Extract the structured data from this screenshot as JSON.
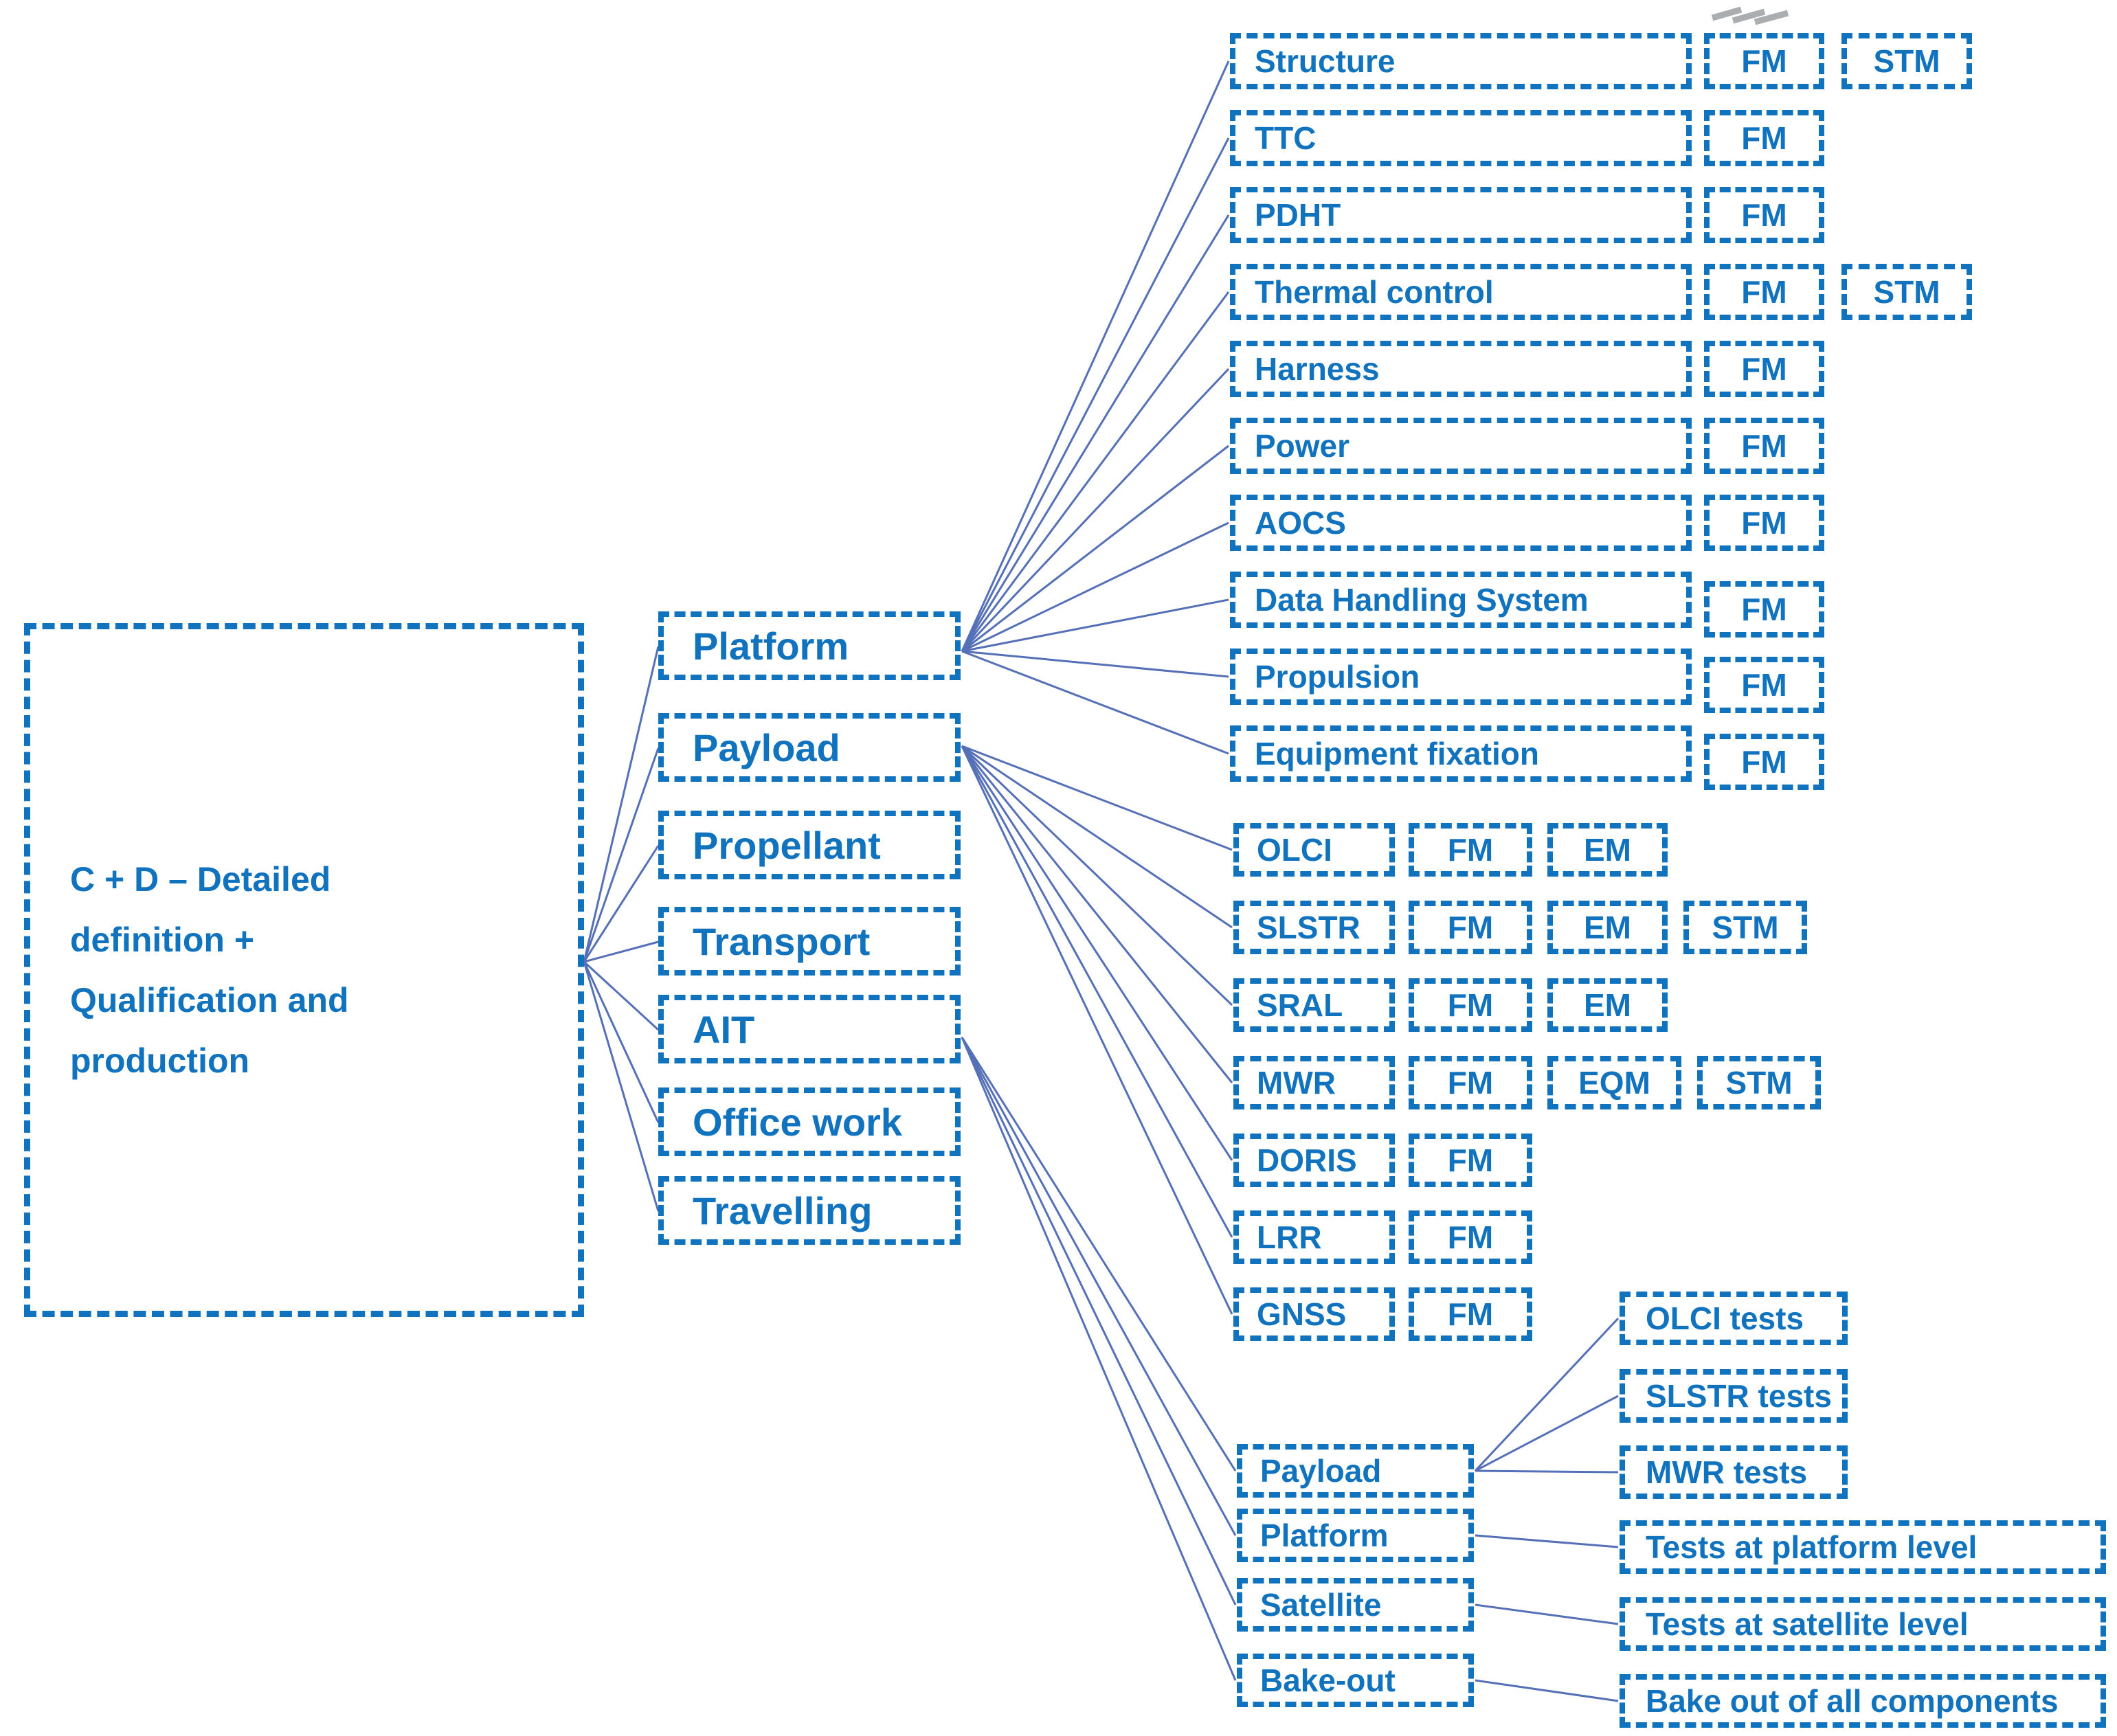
{
  "colors": {
    "node_blue": "#1172be",
    "connector_blue": "#5570b6",
    "artifact_grey": "#8f9398",
    "background": "#ffffff"
  },
  "root": {
    "label": "C + D – Detailed\ndefinition +\nQualification and\nproduction"
  },
  "phases": [
    {
      "label": "Platform"
    },
    {
      "label": "Payload"
    },
    {
      "label": "Propellant"
    },
    {
      "label": "Transport"
    },
    {
      "label": "AIT"
    },
    {
      "label": "Office work"
    },
    {
      "label": "Travelling"
    }
  ],
  "platform_items": [
    {
      "label": "Structure",
      "models": [
        "FM",
        "STM"
      ]
    },
    {
      "label": "TTC",
      "models": [
        "FM"
      ]
    },
    {
      "label": "PDHT",
      "models": [
        "FM"
      ]
    },
    {
      "label": "Thermal control",
      "models": [
        "FM",
        "STM"
      ]
    },
    {
      "label": "Harness",
      "models": [
        "FM"
      ]
    },
    {
      "label": "Power",
      "models": [
        "FM"
      ]
    },
    {
      "label": "AOCS",
      "models": [
        "FM"
      ]
    },
    {
      "label": "Data Handling System",
      "models": [
        "FM"
      ]
    },
    {
      "label": "Propulsion",
      "models": [
        "FM"
      ]
    },
    {
      "label": "Equipment fixation",
      "models": [
        "FM"
      ]
    }
  ],
  "payload_items": [
    {
      "label": "OLCI",
      "models": [
        "FM",
        "EM"
      ]
    },
    {
      "label": "SLSTR",
      "models": [
        "FM",
        "EM",
        "STM"
      ]
    },
    {
      "label": "SRAL",
      "models": [
        "FM",
        "EM"
      ]
    },
    {
      "label": "MWR",
      "models": [
        "FM",
        "EQM",
        "STM"
      ]
    },
    {
      "label": "DORIS",
      "models": [
        "FM"
      ]
    },
    {
      "label": "LRR",
      "models": [
        "FM"
      ]
    },
    {
      "label": "GNSS",
      "models": [
        "FM"
      ]
    }
  ],
  "ait_items": [
    {
      "label": "Payload"
    },
    {
      "label": "Platform"
    },
    {
      "label": "Satellite"
    },
    {
      "label": "Bake-out"
    }
  ],
  "ait_tests": [
    {
      "label": "OLCI tests"
    },
    {
      "label": "SLSTR tests"
    },
    {
      "label": "MWR tests"
    },
    {
      "label": "Tests at platform level"
    },
    {
      "label": "Tests at satellite level"
    },
    {
      "label": "Bake out of all components"
    }
  ]
}
